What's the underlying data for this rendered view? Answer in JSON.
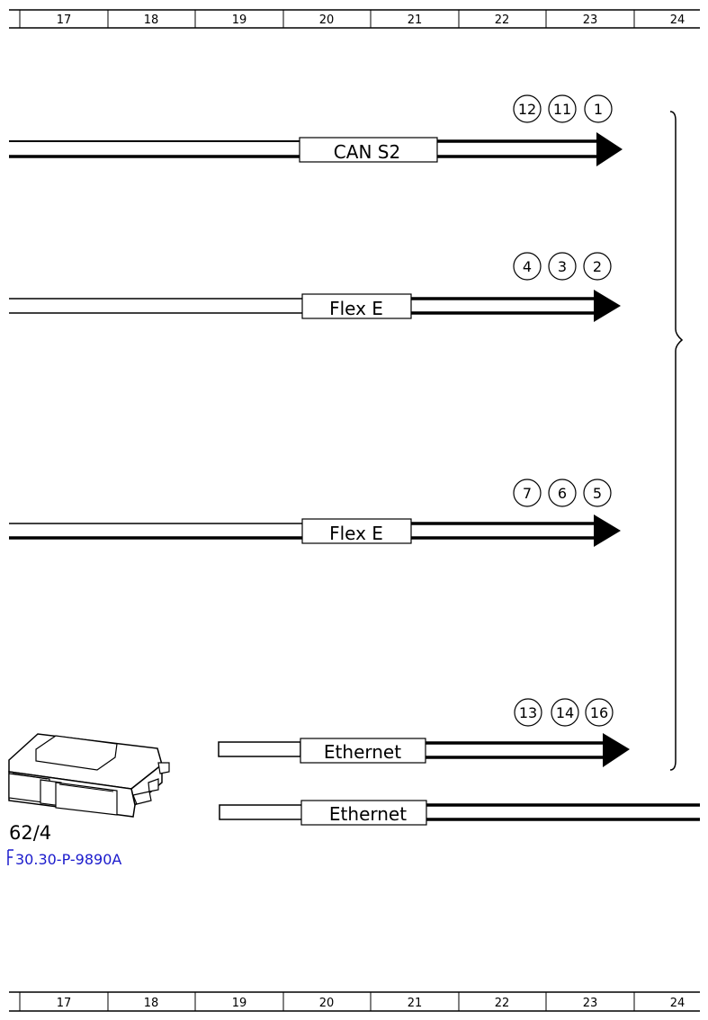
{
  "ruler": {
    "columns": [
      "17",
      "18",
      "19",
      "20",
      "21",
      "22",
      "23",
      "24"
    ]
  },
  "buses": [
    {
      "label": "CAN S2",
      "connectors": [
        "12",
        "11",
        "1"
      ]
    },
    {
      "label": "Flex E",
      "connectors": [
        "4",
        "3",
        "2"
      ]
    },
    {
      "label": "Flex E",
      "connectors": [
        "7",
        "6",
        "5"
      ]
    },
    {
      "label": "Ethernet",
      "connectors": [
        "13",
        "14",
        "16"
      ]
    }
  ],
  "ethernet_bottom": {
    "label": "Ethernet"
  },
  "device": {
    "icon": "control-unit-icon",
    "id": "62/4",
    "reference": "30.30-P-9890A"
  }
}
